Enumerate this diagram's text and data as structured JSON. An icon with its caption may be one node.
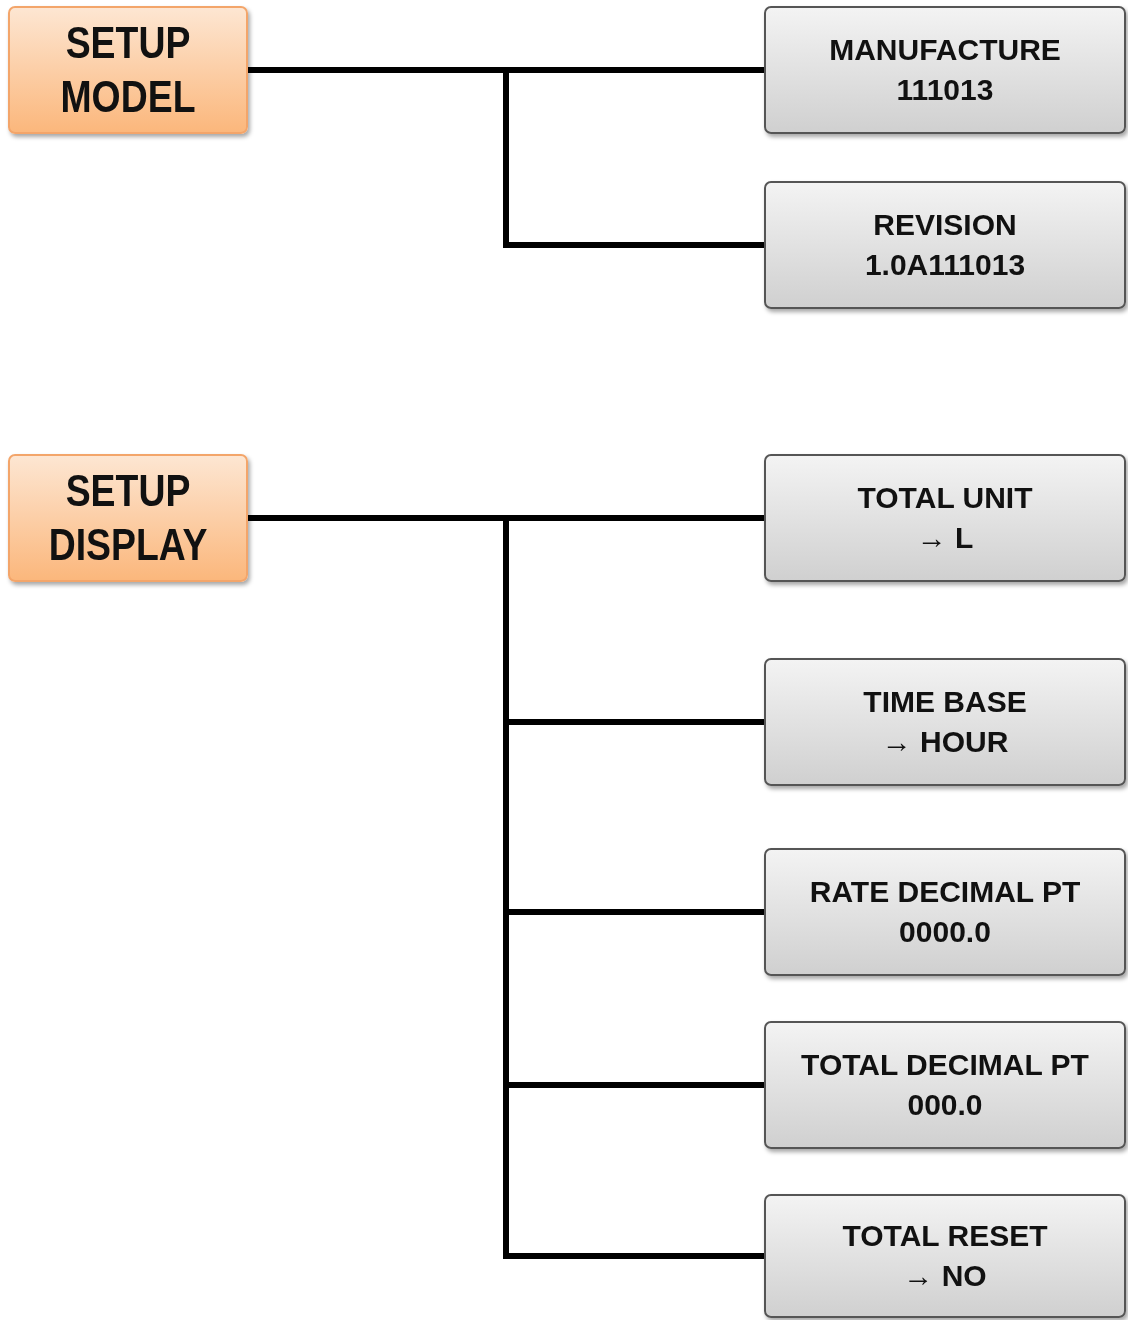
{
  "diagram": {
    "nodes": [
      {
        "text": [
          "SETUP MODEL"
        ]
      },
      {
        "text": [
          "MANUFACTURE",
          "111013"
        ]
      },
      {
        "text": [
          "REVISION",
          "1.0A111013"
        ]
      },
      {
        "text": [
          "SETUP DISPLAY"
        ]
      },
      {
        "text": [
          "TOTAL UNIT",
          "→ L"
        ]
      },
      {
        "text": [
          "TIME BASE",
          "→ HOUR"
        ]
      },
      {
        "text": [
          "RATE DECIMAL PT",
          "0000.0"
        ]
      },
      {
        "text": [
          "TOTAL DECIMAL PT",
          "000.0"
        ]
      },
      {
        "text": [
          "TOTAL RESET",
          "→ NO"
        ]
      }
    ],
    "edges": [
      {
        "from": 0,
        "to": 1,
        "arrow": "none"
      },
      {
        "from": 0,
        "to": 2,
        "arrow": "none"
      },
      {
        "from": 3,
        "to": 4,
        "arrow": "none"
      },
      {
        "from": 3,
        "to": 5,
        "arrow": "none"
      },
      {
        "from": 3,
        "to": 6,
        "arrow": "none"
      },
      {
        "from": 3,
        "to": 7,
        "arrow": "none"
      },
      {
        "from": 3,
        "to": 8,
        "arrow": "none"
      }
    ]
  }
}
